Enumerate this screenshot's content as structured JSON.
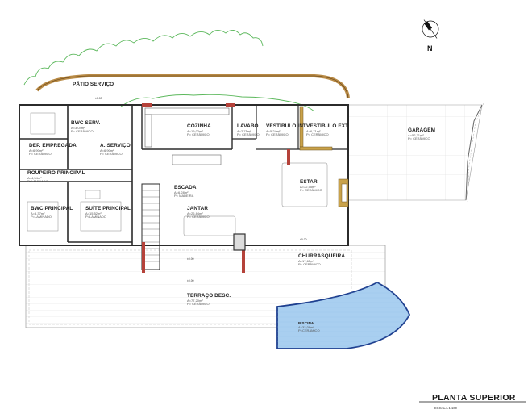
{
  "title": "PLANTA SUPERIOR",
  "scale": "ESCALA 1:100",
  "north": "N",
  "level_marker": "±0.00",
  "rooms": [
    {
      "key": "patio",
      "name": "PÁTIO SERVIÇO",
      "area": "",
      "floor": ""
    },
    {
      "key": "bwc_serv",
      "name": "BWC SERV.",
      "area": "A=3,04m²",
      "floor": "P= CERÂMICO"
    },
    {
      "key": "dep_empregada",
      "name": "DEP. EMPREGADA",
      "area": "A=6,90m²",
      "floor": "P= CERÂMICO"
    },
    {
      "key": "a_servico",
      "name": "A. SERVIÇO",
      "area": "A=6,90m²",
      "floor": "P= CERÂMICO"
    },
    {
      "key": "cozinha",
      "name": "COZINHA",
      "area": "A=19,02m²",
      "floor": "P= CERÂMICO"
    },
    {
      "key": "lavabo",
      "name": "LAVABO",
      "area": "A=2,71m²",
      "floor": "P= CERÂMICO"
    },
    {
      "key": "vestibulo_int",
      "name": "VESTÍBULO INT.",
      "area": "A=5,24m²",
      "floor": "P= CERÂMICO"
    },
    {
      "key": "vestibulo_ext",
      "name": "VESTÍBULO EXT.",
      "area": "A=6,71m²",
      "floor": "P= CERÂMICO"
    },
    {
      "key": "garagem",
      "name": "GARAGEM",
      "area": "A=52,71m²",
      "floor": "P= CERÂMICO"
    },
    {
      "key": "roupeiro",
      "name": "ROUPEIRO PRINCIPAL",
      "area": "A=4,54m²",
      "floor": "P=LAMINADO"
    },
    {
      "key": "bwc_principal",
      "name": "BWC PRINCIPAL",
      "area": "A=5,37m²",
      "floor": "P=LAMINADO"
    },
    {
      "key": "suite",
      "name": "SUÍTE PRINCIPAL",
      "area": "A=15,52m²",
      "floor": "P=LAMINADO"
    },
    {
      "key": "escada",
      "name": "ESCADA",
      "area": "A=6,28m²",
      "floor": "P= MADEIRA"
    },
    {
      "key": "jantar",
      "name": "JANTAR",
      "area": "A=26,84m²",
      "floor": "P= CERÂMICO"
    },
    {
      "key": "estar",
      "name": "ESTAR",
      "area": "A=32,55m²",
      "floor": "P= CERÂMICO"
    },
    {
      "key": "churrasqueira",
      "name": "CHURRASQUEIRA",
      "area": "A=17,65m²",
      "floor": "P= CERÂMICO"
    },
    {
      "key": "terraco",
      "name": "TERRAÇO DESC.",
      "area": "A=77,20m²",
      "floor": "P= CERÂMICO"
    },
    {
      "key": "piscina",
      "name": "PISCINA",
      "area": "A=32,08m²",
      "floor": "P=CERÂMICO"
    }
  ],
  "colors": {
    "wall": "#2b2b2b",
    "pool": "#a9cff0",
    "pool_edge": "#1e3f8f",
    "brick": "#b5423a",
    "wood": "#c9a24a",
    "vegetation": "#5cb85c",
    "garage_line": "#9a9a9a"
  }
}
